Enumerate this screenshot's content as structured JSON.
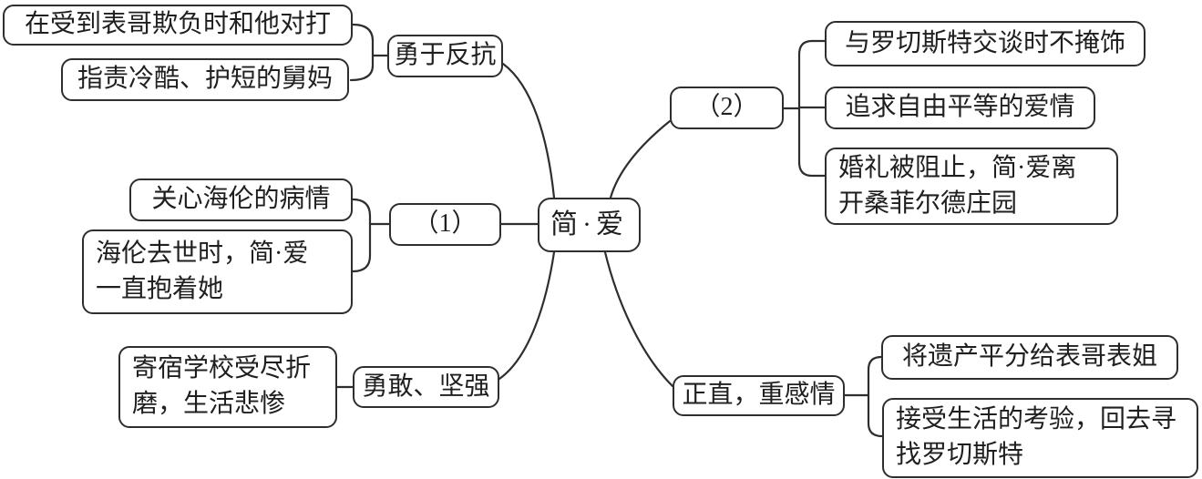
{
  "mindmap": {
    "center": "简·爱",
    "left_branches": [
      {
        "label": "勇于反抗",
        "children": [
          {
            "lines": [
              "在受到表哥欺负时和他对打"
            ]
          },
          {
            "lines": [
              "指责冷酷、护短的舅妈"
            ]
          }
        ]
      },
      {
        "label": "（1）",
        "children": [
          {
            "lines": [
              "关心海伦的病情"
            ]
          },
          {
            "lines": [
              "海伦去世时，简·爱",
              "一直抱着她"
            ]
          }
        ]
      },
      {
        "label": "勇敢、坚强",
        "children": [
          {
            "lines": [
              "寄宿学校受尽折",
              "磨，生活悲惨"
            ]
          }
        ]
      }
    ],
    "right_branches": [
      {
        "label": "（2）",
        "children": [
          {
            "lines": [
              "与罗切斯特交谈时不掩饰"
            ]
          },
          {
            "lines": [
              "追求自由平等的爱情"
            ]
          },
          {
            "lines": [
              "婚礼被阻止，简·爱离",
              "开桑菲尔德庄园"
            ]
          }
        ]
      },
      {
        "label": "正直，重感情",
        "children": [
          {
            "lines": [
              "将遗产平分给表哥表姐"
            ]
          },
          {
            "lines": [
              "接受生活的考验，回去寻",
              "找罗切斯特"
            ]
          }
        ]
      }
    ],
    "colors": {
      "stroke": "#2e2e2e",
      "background": "#ffffff",
      "text": "#1f1f1f"
    }
  }
}
